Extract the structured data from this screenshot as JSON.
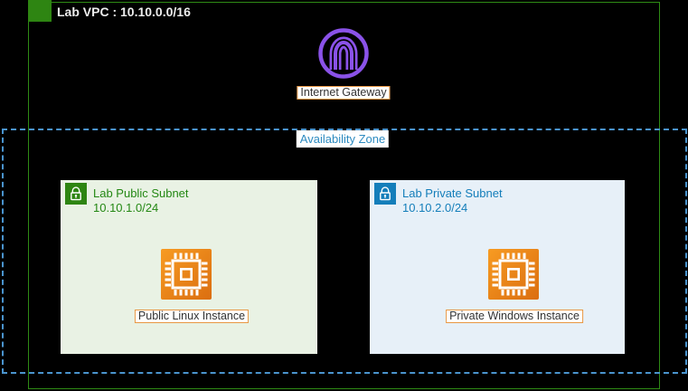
{
  "vpc": {
    "label": "Lab VPC : 10.10.0.0/16"
  },
  "internet_gateway": {
    "label": "Internet Gateway"
  },
  "availability_zone": {
    "label": "Availability Zone"
  },
  "subnets": {
    "public": {
      "name": "Lab Public Subnet",
      "cidr": "10.10.1.0/24",
      "instance": "Public Linux Instance"
    },
    "private": {
      "name": "Lab Private Subnet",
      "cidr": "10.10.2.0/24",
      "instance": "Private Windows Instance"
    }
  },
  "icons": {
    "vpc": "vpc-group-icon",
    "internet_gateway": "internet-gateway-icon",
    "public_subnet": "lock-icon",
    "private_subnet": "lock-icon",
    "instances": "ec2-chip-icon"
  },
  "colors": {
    "background": "#000000",
    "vpc_border_green": "#2E8B15",
    "vpc_icon_green": "#2E8512",
    "public_text_green": "#248814",
    "private_text_blue": "#147EBA",
    "public_subnet_bg": "#E9F2E4",
    "private_subnet_bg": "#E7F0F8",
    "az_dash_blue": "#4A94CE",
    "az_text_blue": "#2E8BC0",
    "igw_purple": "#8A52E8",
    "ec2_orange_top": "#F79B22",
    "ec2_orange_bottom": "#DB6E10",
    "label_border_orange": "#E89743",
    "label_text": "#333333",
    "vpc_title_text": "#EDEDED"
  }
}
